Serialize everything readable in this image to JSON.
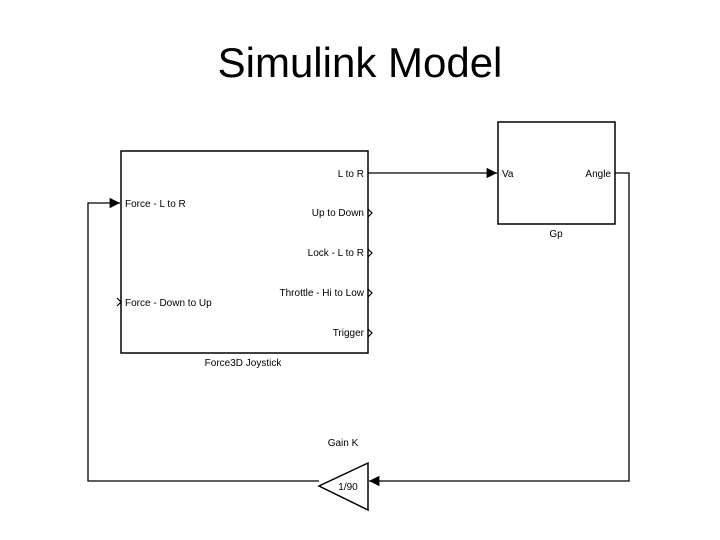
{
  "title": "Simulink Model",
  "joystick": {
    "name": "Force3D Joystick",
    "inputs": [
      "Force - L to R",
      "Force - Down to Up"
    ],
    "outputs": [
      "L to R",
      "Up to Down",
      "Lock - L to R",
      "Throttle - Hi to Low",
      "Trigger"
    ]
  },
  "plant": {
    "name": "Gp",
    "input": "Va",
    "output": "Angle"
  },
  "gain": {
    "name": "Gain K",
    "value": "1/90"
  },
  "colors": {
    "line": "#000000",
    "background": "#ffffff"
  }
}
